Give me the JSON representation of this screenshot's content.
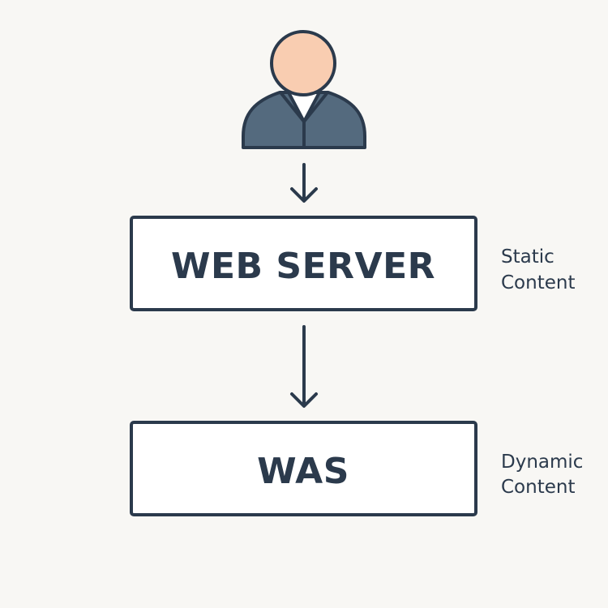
{
  "colors": {
    "background": "#f8f7f4",
    "line": "#2b3a4c",
    "box_fill": "#ffffff",
    "skin": "#f9cdb1",
    "suit": "#546a7e",
    "shirt": "#ffffff"
  },
  "icons": {
    "user": "user-icon",
    "arrow": "arrow-down-icon"
  },
  "boxes": [
    {
      "label": "WEB SERVER",
      "note_line1": "Static",
      "note_line2": "Content"
    },
    {
      "label": "WAS",
      "note_line1": "Dynamic",
      "note_line2": "Content"
    }
  ]
}
